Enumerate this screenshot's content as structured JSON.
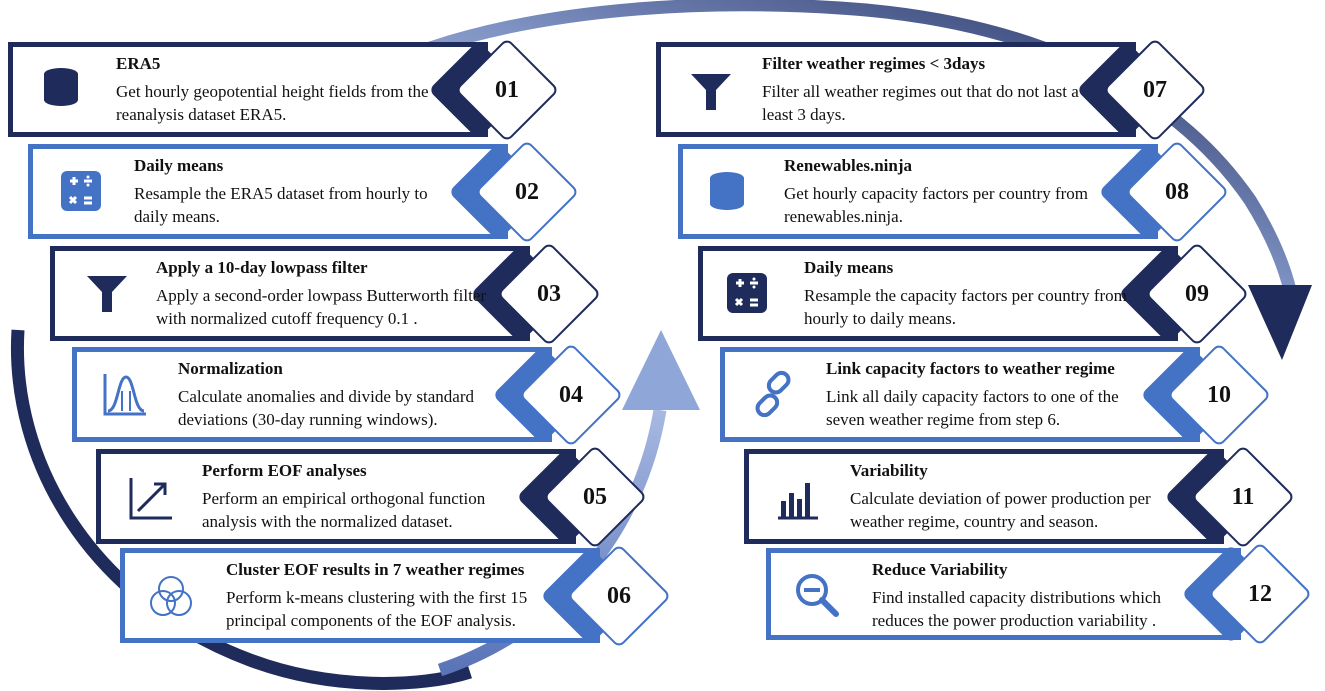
{
  "steps": [
    {
      "num": "01",
      "title": "ERA5",
      "desc": "Get hourly geopotential height fields from the reanalysis dataset ERA5.",
      "icon": "database-icon",
      "style": "dark"
    },
    {
      "num": "02",
      "title": "Daily means",
      "desc": "Resample the ERA5 dataset from hourly to daily means.",
      "icon": "calculator-icon",
      "style": "light"
    },
    {
      "num": "03",
      "title": "Apply a 10-day lowpass filter",
      "desc": "Apply a second-order lowpass Butterworth filter with normalized cutoff frequency 0.1 .",
      "icon": "filter-icon",
      "style": "dark"
    },
    {
      "num": "04",
      "title": "Normalization",
      "desc": "Calculate anomalies and divide by standard deviations (30-day running windows).",
      "icon": "bell-curve-icon",
      "style": "light"
    },
    {
      "num": "05",
      "title": "Perform EOF analyses",
      "desc": "Perform an empirical orthogonal function analysis with the normalized dataset.",
      "icon": "trend-arrow-icon",
      "style": "dark"
    },
    {
      "num": "06",
      "title": "Cluster EOF results in 7 weather regimes",
      "desc": "Perform k-means clustering with the first 15 principal components of the EOF analysis.",
      "icon": "venn-icon",
      "style": "light"
    },
    {
      "num": "07",
      "title": "Filter weather regimes <  3days",
      "desc": "Filter all weather regimes out that do not last a least 3 days.",
      "icon": "filter-icon",
      "style": "dark"
    },
    {
      "num": "08",
      "title": "Renewables.ninja",
      "desc": "Get hourly capacity factors per country from renewables.ninja.",
      "icon": "database-icon",
      "style": "light"
    },
    {
      "num": "09",
      "title": "Daily means",
      "desc": "Resample the capacity factors per country from hourly to daily means.",
      "icon": "calculator-icon",
      "style": "dark"
    },
    {
      "num": "10",
      "title": "Link capacity factors to weather regime",
      "desc": "Link all daily capacity factors to one of the seven weather regime from step 6.",
      "icon": "link-icon",
      "style": "light"
    },
    {
      "num": "11",
      "title": "Variability",
      "desc": "Calculate deviation of power production per weather regime, country and season.",
      "icon": "bar-chart-icon",
      "style": "dark"
    },
    {
      "num": "12",
      "title": "Reduce Variability",
      "desc": "Find installed capacity distributions which reduces the power production variability .",
      "icon": "zoom-out-icon",
      "style": "light"
    }
  ],
  "colors": {
    "dark": "#1f2b5b",
    "light": "#4472c4",
    "arrow_light": "#a7b9e2"
  }
}
